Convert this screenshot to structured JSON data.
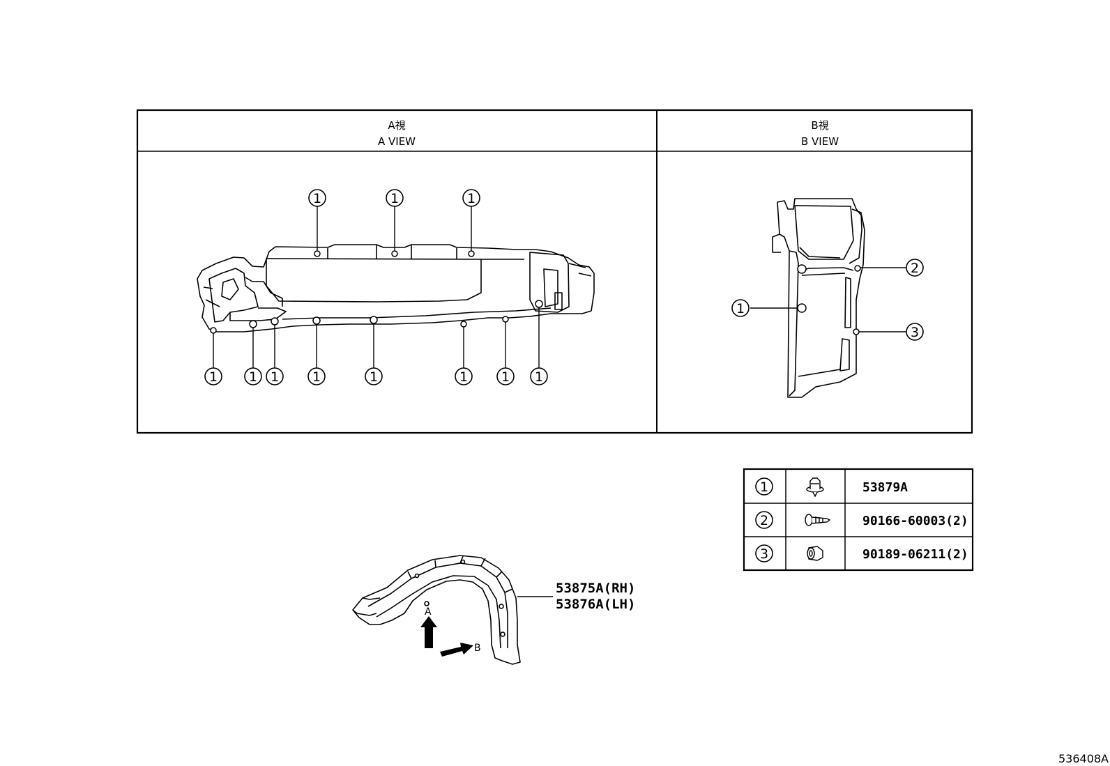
{
  "views": {
    "a": {
      "title_jp": "A視",
      "title_en": "A VIEW"
    },
    "b": {
      "title_jp": "B視",
      "title_en": "B VIEW"
    }
  },
  "callouts": {
    "a_top": [
      "1",
      "1",
      "1"
    ],
    "a_bottom": [
      "1",
      "1",
      "1",
      "1",
      "1",
      "1",
      "1",
      "1"
    ],
    "b": [
      "1",
      "2",
      "3"
    ]
  },
  "fastener_table": [
    {
      "ref": "1",
      "icon": "clip-icon",
      "part_number": "53879A"
    },
    {
      "ref": "2",
      "icon": "screw-icon",
      "part_number": "90166-60003(2)"
    },
    {
      "ref": "3",
      "icon": "nut-icon",
      "part_number": "90189-06211(2)"
    }
  ],
  "main_part": {
    "labels": [
      "53875A(RH)",
      "53876A(LH)"
    ],
    "arrow_a": "A",
    "arrow_b": "B"
  },
  "drawing_number": "536408A"
}
